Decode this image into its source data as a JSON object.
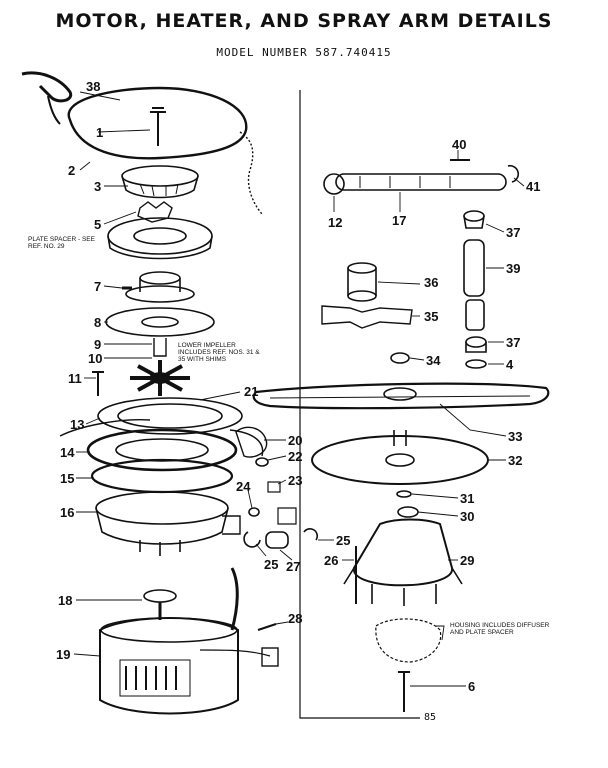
{
  "header": {
    "title": "MOTOR, HEATER, AND SPRAY ARM DETAILS",
    "model_line": "MODEL NUMBER 587.740415"
  },
  "part_labels": [
    "38",
    "1",
    "2",
    "3",
    "5",
    "7",
    "8",
    "9",
    "10",
    "11",
    "21",
    "13",
    "20",
    "22",
    "14",
    "23",
    "15",
    "24",
    "16",
    "25",
    "27",
    "25",
    "26",
    "18",
    "28",
    "19",
    "40",
    "41",
    "12",
    "17",
    "37",
    "39",
    "36",
    "35",
    "37",
    "4",
    "34",
    "33",
    "32",
    "31",
    "30",
    "29",
    "6"
  ],
  "notes": {
    "plate_spacer": "PLATE SPACER - SEE REF. NO. 29",
    "lower_impeller": "LOWER IMPELLER INCLUDES REF. NOS. 31 & 35 WITH SHIMS",
    "housing": "HOUSING INCLUDES DIFFUSER AND PLATE SPACER"
  },
  "page_number": "85",
  "colors": {
    "ink": "#111111",
    "paper": "#ffffff"
  }
}
